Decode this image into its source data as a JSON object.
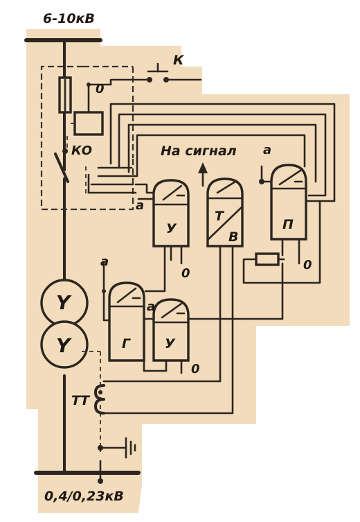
{
  "labels": {
    "high_voltage": "6-10кВ",
    "low_voltage": "0,4/0,23кВ",
    "switch_k": "К",
    "coil_0": "0",
    "ko": "КО",
    "signal": "На сигнал",
    "a_left": "а",
    "a_right": "а",
    "a_g": "а",
    "a_mid": "а",
    "relay_u": "У",
    "relay_t": "Т",
    "relay_v": "В",
    "relay_p": "П",
    "relay_g": "Г",
    "relay_u2": "У",
    "zero_u": "0",
    "zero_p": "0",
    "zero_u2": "0",
    "tt": "ТТ",
    "star_top": "Y",
    "star_bottom": "Y"
  },
  "colors": {
    "paper": "#f2dcbc",
    "ink": "#2c2520"
  }
}
